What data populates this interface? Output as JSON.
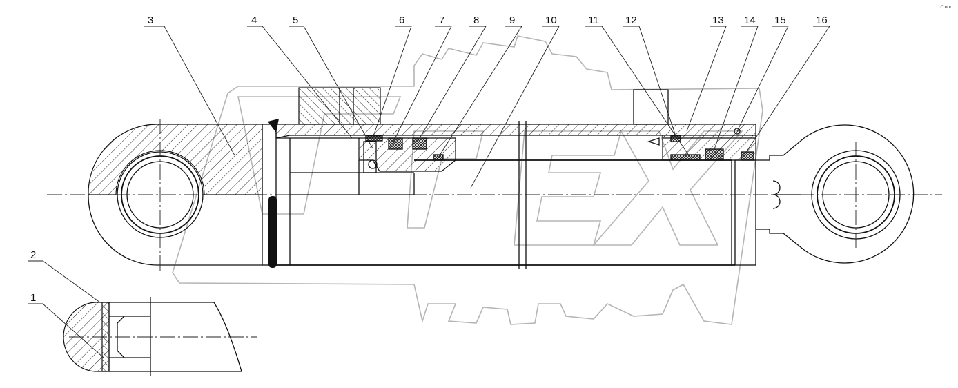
{
  "callouts": [
    {
      "label": "1"
    },
    {
      "label": "2"
    },
    {
      "label": "3"
    },
    {
      "label": "4"
    },
    {
      "label": "5"
    },
    {
      "label": "6"
    },
    {
      "label": "7"
    },
    {
      "label": "8"
    },
    {
      "label": "9"
    },
    {
      "label": "10"
    },
    {
      "label": "11"
    },
    {
      "label": "12"
    },
    {
      "label": "13"
    },
    {
      "label": "14"
    },
    {
      "label": "15"
    },
    {
      "label": "16"
    }
  ],
  "watermark": {
    "text": "OPEX"
  },
  "corner_mark": "o° ooo",
  "colors": {
    "line": "#111111",
    "watermark": "#b5b5b5",
    "background": "#ffffff"
  }
}
